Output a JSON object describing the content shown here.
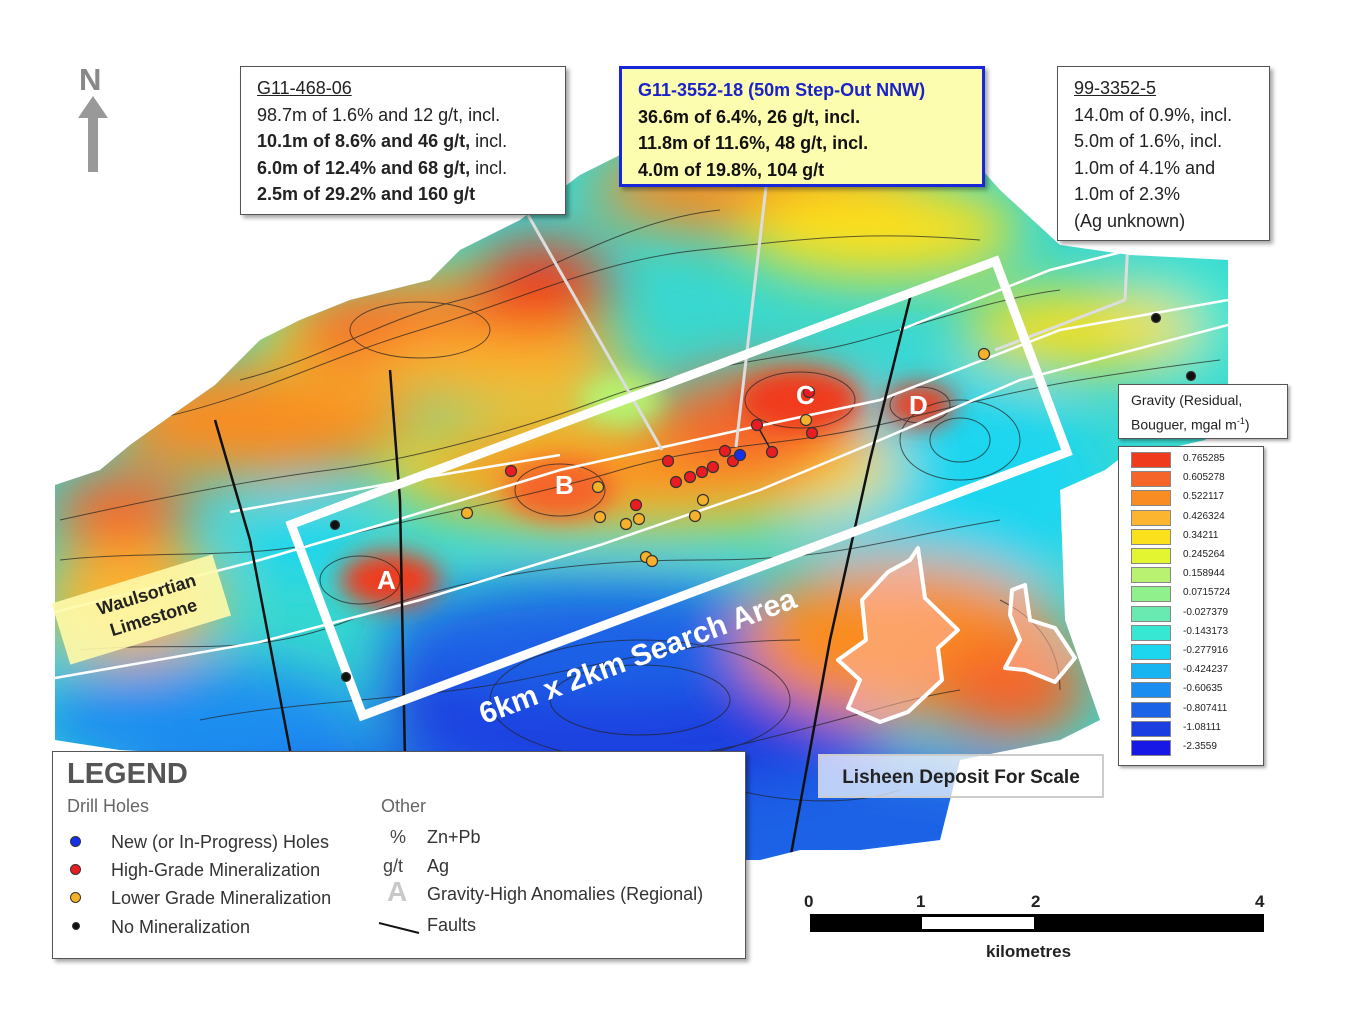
{
  "north_label": "N",
  "callouts": {
    "c1": {
      "title": "G11-468-06",
      "lines": [
        "98.7m of 1.6% and 12 g/t, incl.",
        "10.1m of 8.6% and 46 g/t,",
        " incl.",
        "6.0m of 12.4% and 68 g/t,",
        " incl.",
        "2.5m of 29.2% and 160 g/t"
      ]
    },
    "c2": {
      "title": "G11-3552-18 (50m Step-Out NNW)",
      "lines": [
        "36.6m of 6.4%, 26 g/t, incl.",
        "11.8m of 11.6%, 48 g/t, incl.",
        "4.0m of 19.8%, 104 g/t"
      ]
    },
    "c3": {
      "title": "99-3352-5",
      "lines": [
        "14.0m of 0.9%, incl.",
        "5.0m of 1.6%, incl.",
        "1.0m of 4.1% and",
        "1.0m of 2.3%",
        "(Ag unknown)"
      ]
    }
  },
  "map_labels": {
    "waulsortian_1": "Waulsortian",
    "waulsortian_2": "Limestone",
    "search_area": "6km x 2km Search Area",
    "anomalies": [
      "A",
      "B",
      "C",
      "D"
    ]
  },
  "gravity": {
    "title_line1": "Gravity (Residual,",
    "title_line2": "Bouguer, mgal m",
    "title_sup": "-1",
    "title_end": ")",
    "scale": [
      {
        "value": "0.765285",
        "color": "#f03a1e"
      },
      {
        "value": "0.605278",
        "color": "#f5652a"
      },
      {
        "value": "0.522117",
        "color": "#f98d24"
      },
      {
        "value": "0.426324",
        "color": "#fbb52e"
      },
      {
        "value": "0.34211",
        "color": "#fbe01e"
      },
      {
        "value": "0.245264",
        "color": "#e2f530"
      },
      {
        "value": "0.158944",
        "color": "#b8f270"
      },
      {
        "value": "0.0715724",
        "color": "#8ff08c"
      },
      {
        "value": "-0.027379",
        "color": "#68eab0"
      },
      {
        "value": "-0.143173",
        "color": "#38e6d4"
      },
      {
        "value": "-0.277916",
        "color": "#1cd6f0"
      },
      {
        "value": "-0.424237",
        "color": "#18b4f2"
      },
      {
        "value": "-0.60635",
        "color": "#1a8ef0"
      },
      {
        "value": "-0.807411",
        "color": "#1a62e6"
      },
      {
        "value": "-1.08111",
        "color": "#1a3ee0"
      },
      {
        "value": "-2.3559",
        "color": "#1818e6"
      }
    ]
  },
  "lisheen_label": "Lisheen Deposit For Scale",
  "legend": {
    "title": "LEGEND",
    "drill_header": "Drill Holes",
    "other_header": "Other",
    "items": [
      {
        "label": "New (or In-Progress) Holes",
        "color": "#1530e8"
      },
      {
        "label": "High-Grade Mineralization",
        "color": "#e81c22"
      },
      {
        "label": "Lower Grade Mineralization",
        "color": "#f6b12a"
      },
      {
        "label": "No Mineralization",
        "color": "#111111"
      }
    ],
    "other": [
      {
        "symbol": "%",
        "label": "Zn+Pb"
      },
      {
        "symbol": "g/t",
        "label": "Ag"
      },
      {
        "symbol": "A",
        "label": "Gravity-High Anomalies (Regional)"
      },
      {
        "symbol": "",
        "label": "Faults"
      }
    ]
  },
  "scalebar": {
    "ticks": [
      "0",
      "1",
      "2",
      "4"
    ],
    "unit": "kilometres"
  },
  "colors": {
    "hole_new": "#1530e8",
    "hole_high": "#e81c22",
    "hole_low": "#f6b12a",
    "hole_none": "#111111",
    "callout_highlight_border": "#1726d8",
    "callout_highlight_bg": "#fdfdb0"
  }
}
